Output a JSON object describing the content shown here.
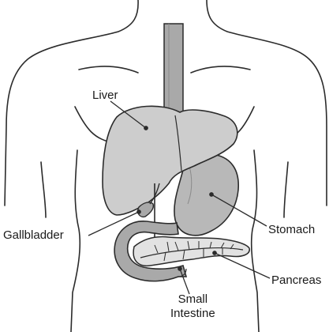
{
  "diagram": {
    "labels": {
      "liver": "Liver",
      "gallbladder": "Gallbladder",
      "stomach": "Stomach",
      "pancreas": "Pancreas",
      "small_intestine_line1": "Small",
      "small_intestine_line2": "Intestine"
    },
    "colors": {
      "outline": "#2b2b2b",
      "organ_fill": "#c9c9c9",
      "organ_fill_dark": "#a9a9a9",
      "pancreas_fill": "#e2e2e2",
      "background": "#ffffff"
    }
  }
}
